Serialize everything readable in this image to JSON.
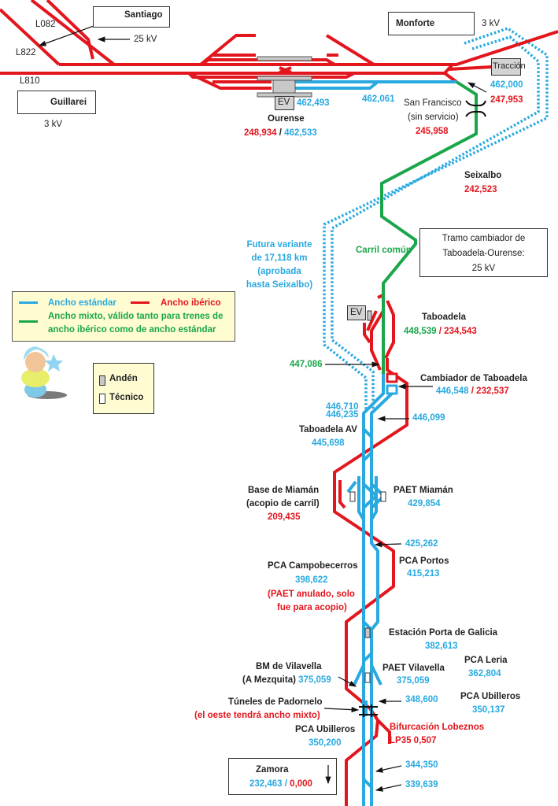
{
  "colors": {
    "standard": "#29a9e0",
    "iberian": "#e3161e",
    "mixed": "#1aa64a",
    "platform": "#c8c8c8",
    "legend_bg": "#fffcd2"
  },
  "top": {
    "santiago": "Santiago",
    "l082": "L082",
    "l822": "L822",
    "l810": "L810",
    "kv25": "25 kV",
    "guillarei": "Guillarei",
    "guillarei_kv": "3 kV",
    "monforte": "Monforte",
    "monforte_kv": "3 kV",
    "traccion": "Tracción"
  },
  "ourense": {
    "ev": "EV",
    "ev_pk": "462,493",
    "pk_061": "462,061",
    "name": "Ourense",
    "pk_ib": "248,934",
    "sep": " / ",
    "pk_std": "462,533"
  },
  "junction": {
    "pk_std": "462,000",
    "pk_ib": "247,953"
  },
  "san_francisco": {
    "name": "San Francisco",
    "note": "(sin servicio)",
    "pk": "245,958"
  },
  "seixalbo": {
    "name": "Seixalbo",
    "pk": "242,523"
  },
  "variante": {
    "lines": [
      "Futura variante",
      "de  17,118 km",
      "(aprobada",
      "hasta Seixalbo)"
    ]
  },
  "carril_comun": "Carril común",
  "tramo": {
    "lines": [
      "Tramo cambiador de",
      "Taboadela-Ourense:",
      "25 kV"
    ]
  },
  "legend": {
    "standard": "Ancho estándar",
    "iberian": "Ancho ibérico",
    "mixed_1": "Ancho mixto, válido tanto para trenes de",
    "mixed_2": "ancho ibérico como de ancho estándar"
  },
  "platform_legend": {
    "anden": "Andén",
    "tecnico": "Técnico"
  },
  "taboadela": {
    "ev": "EV",
    "name": "Taboadela",
    "pk_mixed": "448,539",
    "sep": " / ",
    "pk_ib": "234,543",
    "pk_447": "447,086"
  },
  "cambiador": {
    "name": "Cambiador de Taboadela",
    "pk_std": "446,548",
    "sep": " / ",
    "pk_ib": "232,537"
  },
  "taboadela_av": {
    "pk_a": "446,710",
    "pk_b": "446,235",
    "pk_c": "446,099",
    "name": "Taboadela AV",
    "pk": "445,698"
  },
  "miaman": {
    "base_name": "Base de Miamán",
    "base_note": "(acopio de carril)",
    "base_pk": "209,435",
    "paet_name": "PAET Miamán",
    "paet_pk": "429,854"
  },
  "portos": {
    "pk_arrow": "425,262",
    "name": "PCA Portos",
    "pk": "415,213"
  },
  "campobecerros": {
    "name": "PCA Campobecerros",
    "pk": "398,622",
    "note_1": "(PAET anulado, solo",
    "note_2": "fue para acopio)"
  },
  "porta_galicia": {
    "name": "Estación Porta de Galicia",
    "pk": "382,613"
  },
  "leria": {
    "name": "PCA Leria",
    "pk": "362,804"
  },
  "vilavella": {
    "bm_name": "BM de Vilavella",
    "bm_note": "(A Mezquita)",
    "bm_pk": "375,059",
    "paet_name": "PAET Vilavella",
    "paet_pk": "375,059"
  },
  "padornelo": {
    "pk_arrow": "348,600",
    "name": "Túneles de Padornelo",
    "note": "(el oeste tendrá ancho mixto)"
  },
  "ubilleros_e": {
    "name": "PCA Ubilleros",
    "pk": "350,137"
  },
  "ubilleros_w": {
    "name": "PCA Ubilleros",
    "pk": "350,200"
  },
  "lobeznos": {
    "name": "Bifurcación Lobeznos",
    "pk": "LP35 0,507"
  },
  "zamora": {
    "name": "Zamora",
    "pk_std": "232,463",
    "sep": " / ",
    "pk_ib": "0,000"
  },
  "bottom": {
    "pk_a": "344,350",
    "pk_b": "339,639"
  }
}
